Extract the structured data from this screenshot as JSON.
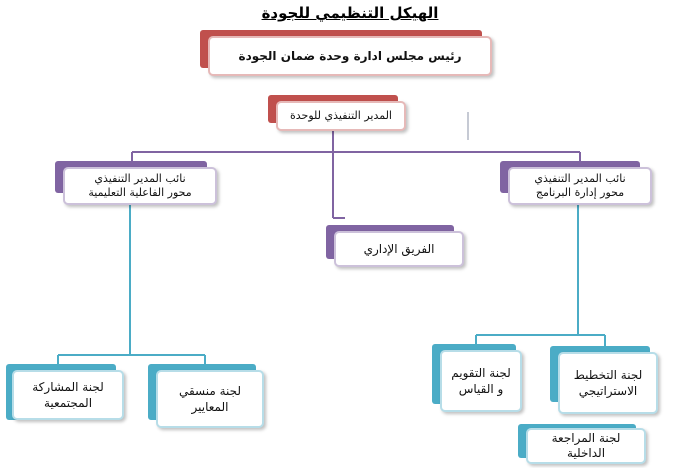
{
  "title": "الهيكل التنظيمي للجودة",
  "nodes": {
    "chairman": "رئيس مجلس ادارة وحدة ضمان الجودة",
    "executive_director": "المدير التنفيذي للوحدة",
    "deputy_right_line1": "نائب المدير التنفيذي",
    "deputy_right_line2": "محور إدارة البرنامج",
    "deputy_left_line1": "نائب المدير التنفيذي",
    "deputy_left_line2": "محور الفاعلية التعليمية",
    "admin_team": "الفريق الإداري",
    "strategic_line1": "لجنة التخطيط",
    "strategic_line2": "الاستراتيجي",
    "evaluation_line1": "لجنة التقويم",
    "evaluation_line2": "و القياس",
    "audit_line1": "لجنة المراجعة",
    "audit_line2": "الداخلية",
    "standards_line1": "لجنة منسقي",
    "standards_line2": "المعايير",
    "community_line1": "لجنة المشاركة",
    "community_line2": "المجتمعية"
  },
  "colors": {
    "red_tab": "#c0504d",
    "purple_tab": "#8064a2",
    "teal_tab": "#4bacc6",
    "purple_line": "#8064a2",
    "teal_line": "#4bacc6"
  }
}
